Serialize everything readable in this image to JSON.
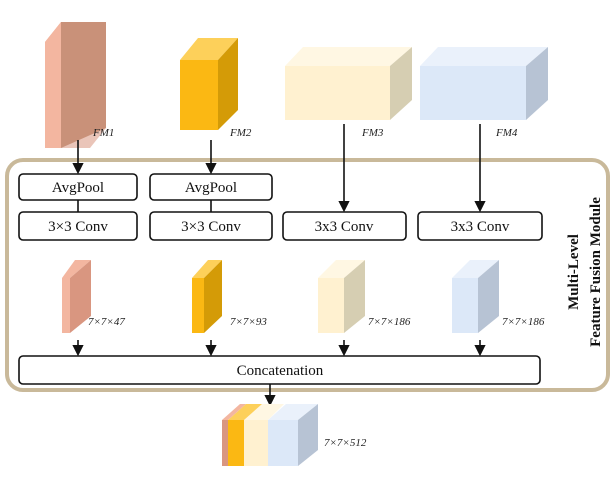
{
  "feature_maps": [
    {
      "label": "FM1",
      "colors": {
        "front": "#d99680",
        "side": "#b58d72",
        "top": "#f3b6a0"
      }
    },
    {
      "label": "FM2",
      "colors": {
        "front": "#fbb813",
        "side": "#d49b07",
        "top": "#fdd05a"
      }
    },
    {
      "label": "FM3",
      "colors": {
        "front": "#fff1d0",
        "side": "#d6ceb2",
        "top": "#fff7e3"
      }
    },
    {
      "label": "FM4",
      "colors": {
        "front": "#dce8f8",
        "side": "#b7c3d4",
        "top": "#eaf1fb"
      }
    }
  ],
  "branches": [
    {
      "pool_label": "AvgPool",
      "conv_label": "3×3 Conv",
      "output_label": "7×7×47"
    },
    {
      "pool_label": "AvgPool",
      "conv_label": "3×3 Conv",
      "output_label": "7×7×93"
    },
    {
      "pool_label": "",
      "conv_label": "3x3 Conv",
      "output_label": "7×7×186"
    },
    {
      "pool_label": "",
      "conv_label": "3x3 Conv",
      "output_label": "7×7×186"
    }
  ],
  "module": {
    "title_line1": "Multi-Level",
    "title_line2": "Feature Fusion Module",
    "border_color": "#c9b99a"
  },
  "concat_label": "Concatenation",
  "final_output_label": "7×7×512"
}
